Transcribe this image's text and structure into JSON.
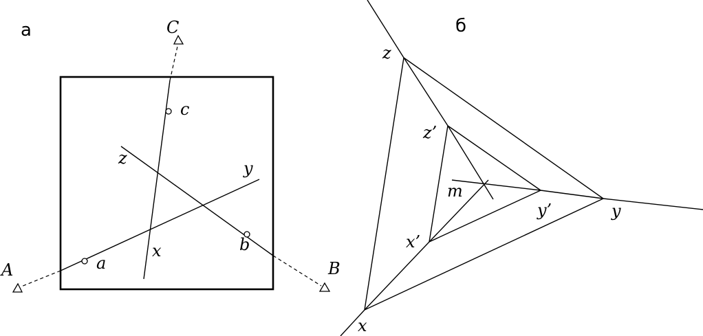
{
  "panel_a": {
    "title": "а",
    "sources": {
      "A": "A",
      "B": "B",
      "C": "C"
    },
    "points": {
      "a": "a",
      "b": "b",
      "c": "c"
    },
    "axes": {
      "x": "x",
      "y": "y",
      "z": "z"
    }
  },
  "panel_b": {
    "title": "б",
    "outer": {
      "x": "x",
      "y": "y",
      "z": "z"
    },
    "inner": {
      "x": "x’",
      "y": "y’",
      "z": "z’"
    },
    "center": "m"
  }
}
